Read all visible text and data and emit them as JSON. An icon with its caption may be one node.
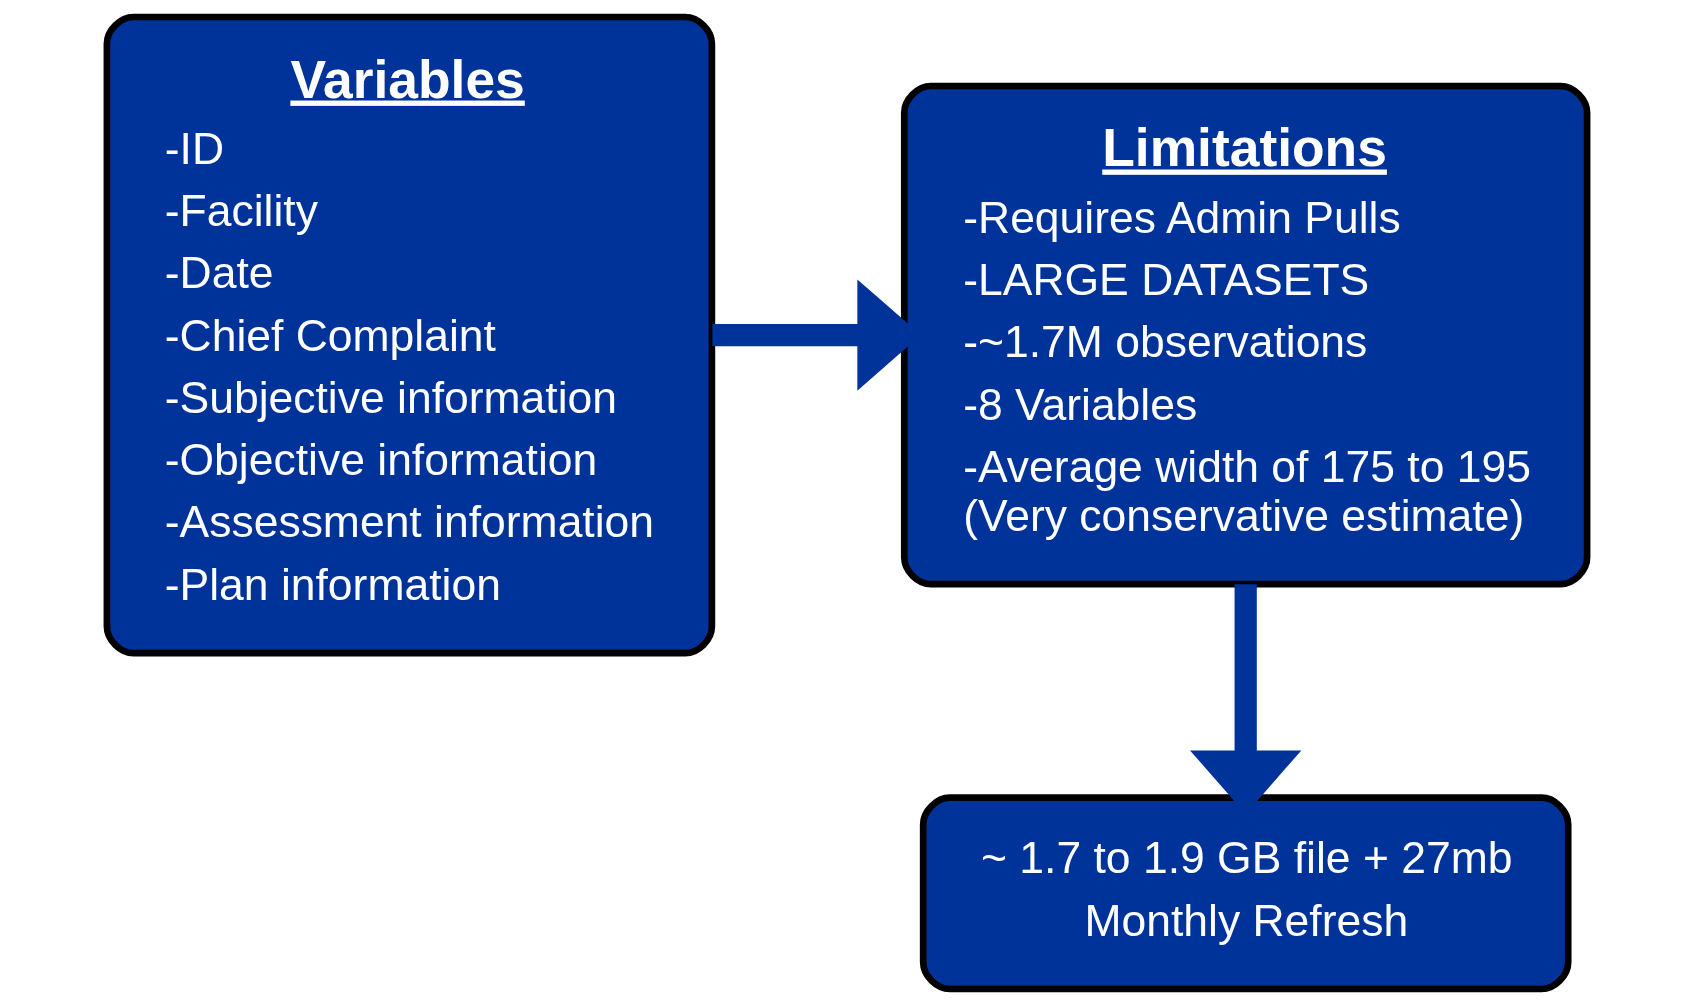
{
  "diagram": {
    "nodes": [
      {
        "text": [
          "Variables",
          "-ID",
          "-Facility",
          "-Date",
          "-Chief Complaint",
          "-Subjective information",
          "-Objective information",
          "-Assessment information",
          "-Plan information"
        ]
      },
      {
        "text": [
          "Limitations",
          "-Requires Admin Pulls",
          "-LARGE DATASETS",
          "-~1.7M observations",
          "-8 Variables",
          "-Average width of 175 to 195 (Very conservative estimate)"
        ]
      },
      {
        "text": [
          "~ 1.7 to 1.9 GB file + 27mb",
          "Monthly Refresh"
        ]
      }
    ],
    "edges": [
      {
        "from": 0,
        "to": 1,
        "arrow": "to"
      },
      {
        "from": 1,
        "to": 2,
        "arrow": "to"
      }
    ]
  }
}
